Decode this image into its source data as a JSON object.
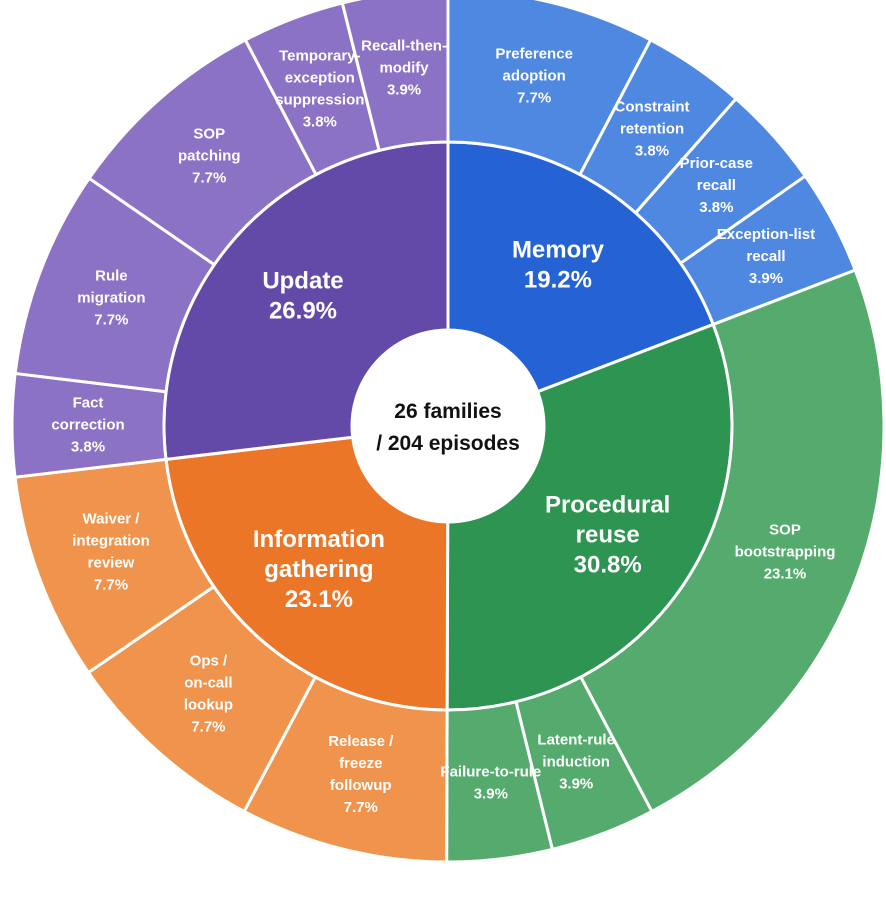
{
  "chart_data": {
    "type": "sunburst",
    "center_label": [
      "26 families",
      "/ 204 episodes"
    ],
    "categories": [
      {
        "name": "Memory",
        "value": 19.2,
        "value_label": "19.2%",
        "color": "#2563d4",
        "outer_color": "#4f88e0",
        "children": [
          {
            "name": [
              "Preference",
              "adoption"
            ],
            "value": 7.7,
            "value_label": "7.7%"
          },
          {
            "name": [
              "Constraint",
              "retention"
            ],
            "value": 3.8,
            "value_label": "3.8%"
          },
          {
            "name": [
              "Prior-case",
              "recall"
            ],
            "value": 3.8,
            "value_label": "3.8%"
          },
          {
            "name": [
              "Exception-list",
              "recall"
            ],
            "value": 3.9,
            "value_label": "3.9%"
          }
        ]
      },
      {
        "name": "Procedural reuse",
        "value": 30.8,
        "value_label": "30.8%",
        "color": "#2e9451",
        "outer_color": "#55ab6d",
        "children": [
          {
            "name": [
              "SOP",
              "bootstrapping"
            ],
            "value": 23.1,
            "value_label": "23.1%"
          },
          {
            "name": [
              "Latent-rule",
              "induction"
            ],
            "value": 3.9,
            "value_label": "3.9%"
          },
          {
            "name": [
              "Failure-to-rule"
            ],
            "value": 3.9,
            "value_label": "3.9%"
          }
        ]
      },
      {
        "name": "Information gathering",
        "value": 23.1,
        "value_label": "23.1%",
        "color": "#ec7627",
        "outer_color": "#f0944d",
        "children": [
          {
            "name": [
              "Release /",
              "freeze",
              "followup"
            ],
            "value": 7.7,
            "value_label": "7.7%"
          },
          {
            "name": [
              "Ops /",
              "on-call",
              "lookup"
            ],
            "value": 7.7,
            "value_label": "7.7%"
          },
          {
            "name": [
              "Waiver /",
              "integration",
              "review"
            ],
            "value": 7.7,
            "value_label": "7.7%"
          }
        ]
      },
      {
        "name": "Update",
        "value": 26.9,
        "value_label": "26.9%",
        "color": "#6349a8",
        "outer_color": "#8c72c4",
        "children": [
          {
            "name": [
              "Fact",
              "correction"
            ],
            "value": 3.8,
            "value_label": "3.8%"
          },
          {
            "name": [
              "Rule",
              "migration"
            ],
            "value": 7.7,
            "value_label": "7.7%"
          },
          {
            "name": [
              "SOP",
              "patching"
            ],
            "value": 7.7,
            "value_label": "7.7%"
          },
          {
            "name": [
              "Temporary-",
              "exception",
              "suppression"
            ],
            "value": 3.8,
            "value_label": "3.8%"
          },
          {
            "name": [
              "Recall-then-",
              "modify"
            ],
            "value": 3.9,
            "value_label": "3.9%"
          }
        ]
      }
    ]
  }
}
